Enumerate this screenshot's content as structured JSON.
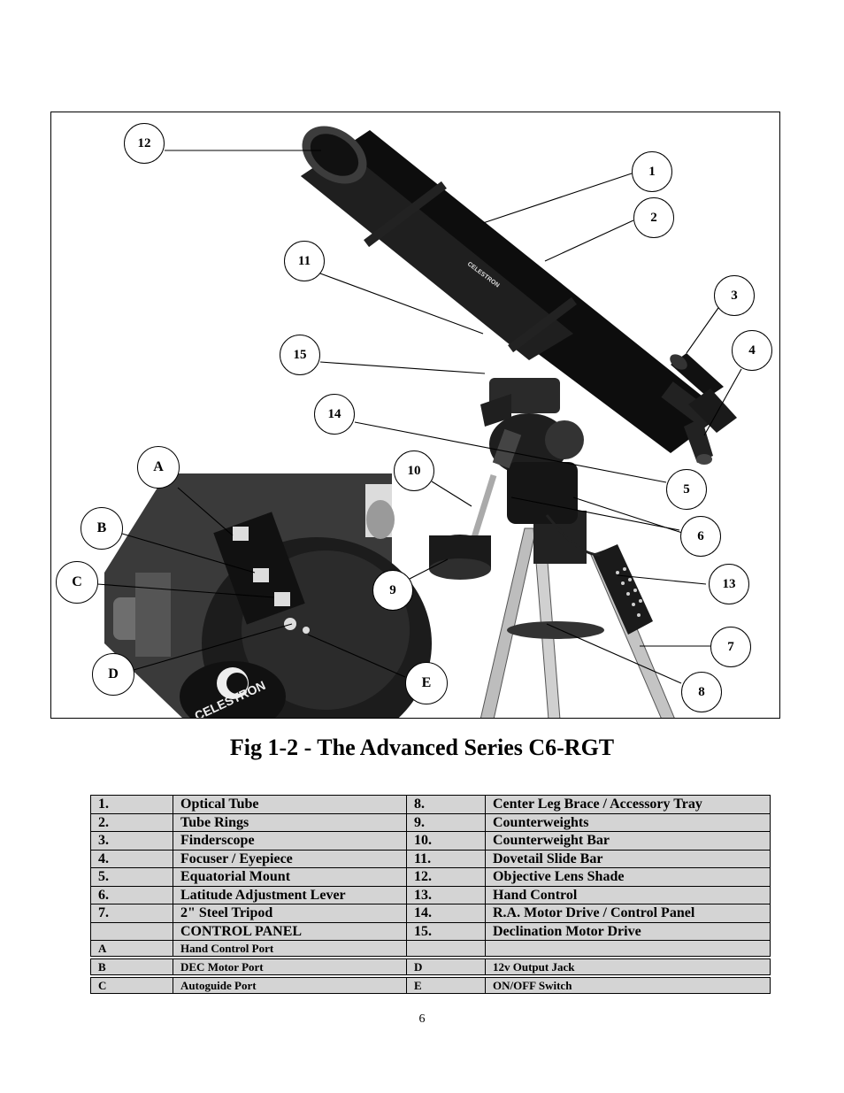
{
  "figure": {
    "callouts_numbered": [
      "12",
      "1",
      "2",
      "11",
      "3",
      "15",
      "4",
      "14",
      "10",
      "5",
      "6",
      "9",
      "13",
      "7",
      "8"
    ],
    "callouts_lettered": [
      "A",
      "B",
      "C",
      "D",
      "E"
    ],
    "tube_brand": "CELESTRON",
    "base_brand": "CELESTRON"
  },
  "caption": "Fig 1-2  - The Advanced Series C6-RGT",
  "parts_table": {
    "rows": [
      [
        "1.",
        "Optical Tube",
        "8.",
        "Center Leg Brace / Accessory Tray"
      ],
      [
        "2.",
        "Tube Rings",
        "9.",
        "Counterweights"
      ],
      [
        "3.",
        "Finderscope",
        "10.",
        "Counterweight Bar"
      ],
      [
        "4.",
        "Focuser / Eyepiece",
        "11.",
        "Dovetail Slide Bar"
      ],
      [
        "5.",
        "Equatorial Mount",
        "12.",
        "Objective Lens Shade"
      ],
      [
        "6.",
        "Latitude Adjustment Lever",
        "13.",
        "Hand Control"
      ],
      [
        "7.",
        "2\" Steel Tripod",
        "14.",
        "R.A. Motor Drive / Control Panel"
      ],
      [
        "",
        "CONTROL PANEL",
        "15.",
        "Declination Motor Drive"
      ]
    ],
    "panel_rows": [
      [
        "A",
        "Hand Control  Port",
        "",
        ""
      ],
      [
        "B",
        "DEC Motor Port",
        "D",
        "12v Output Jack"
      ],
      [
        "C",
        "Autoguide Port",
        "E",
        "ON/OFF Switch"
      ]
    ]
  },
  "page_number": "6"
}
